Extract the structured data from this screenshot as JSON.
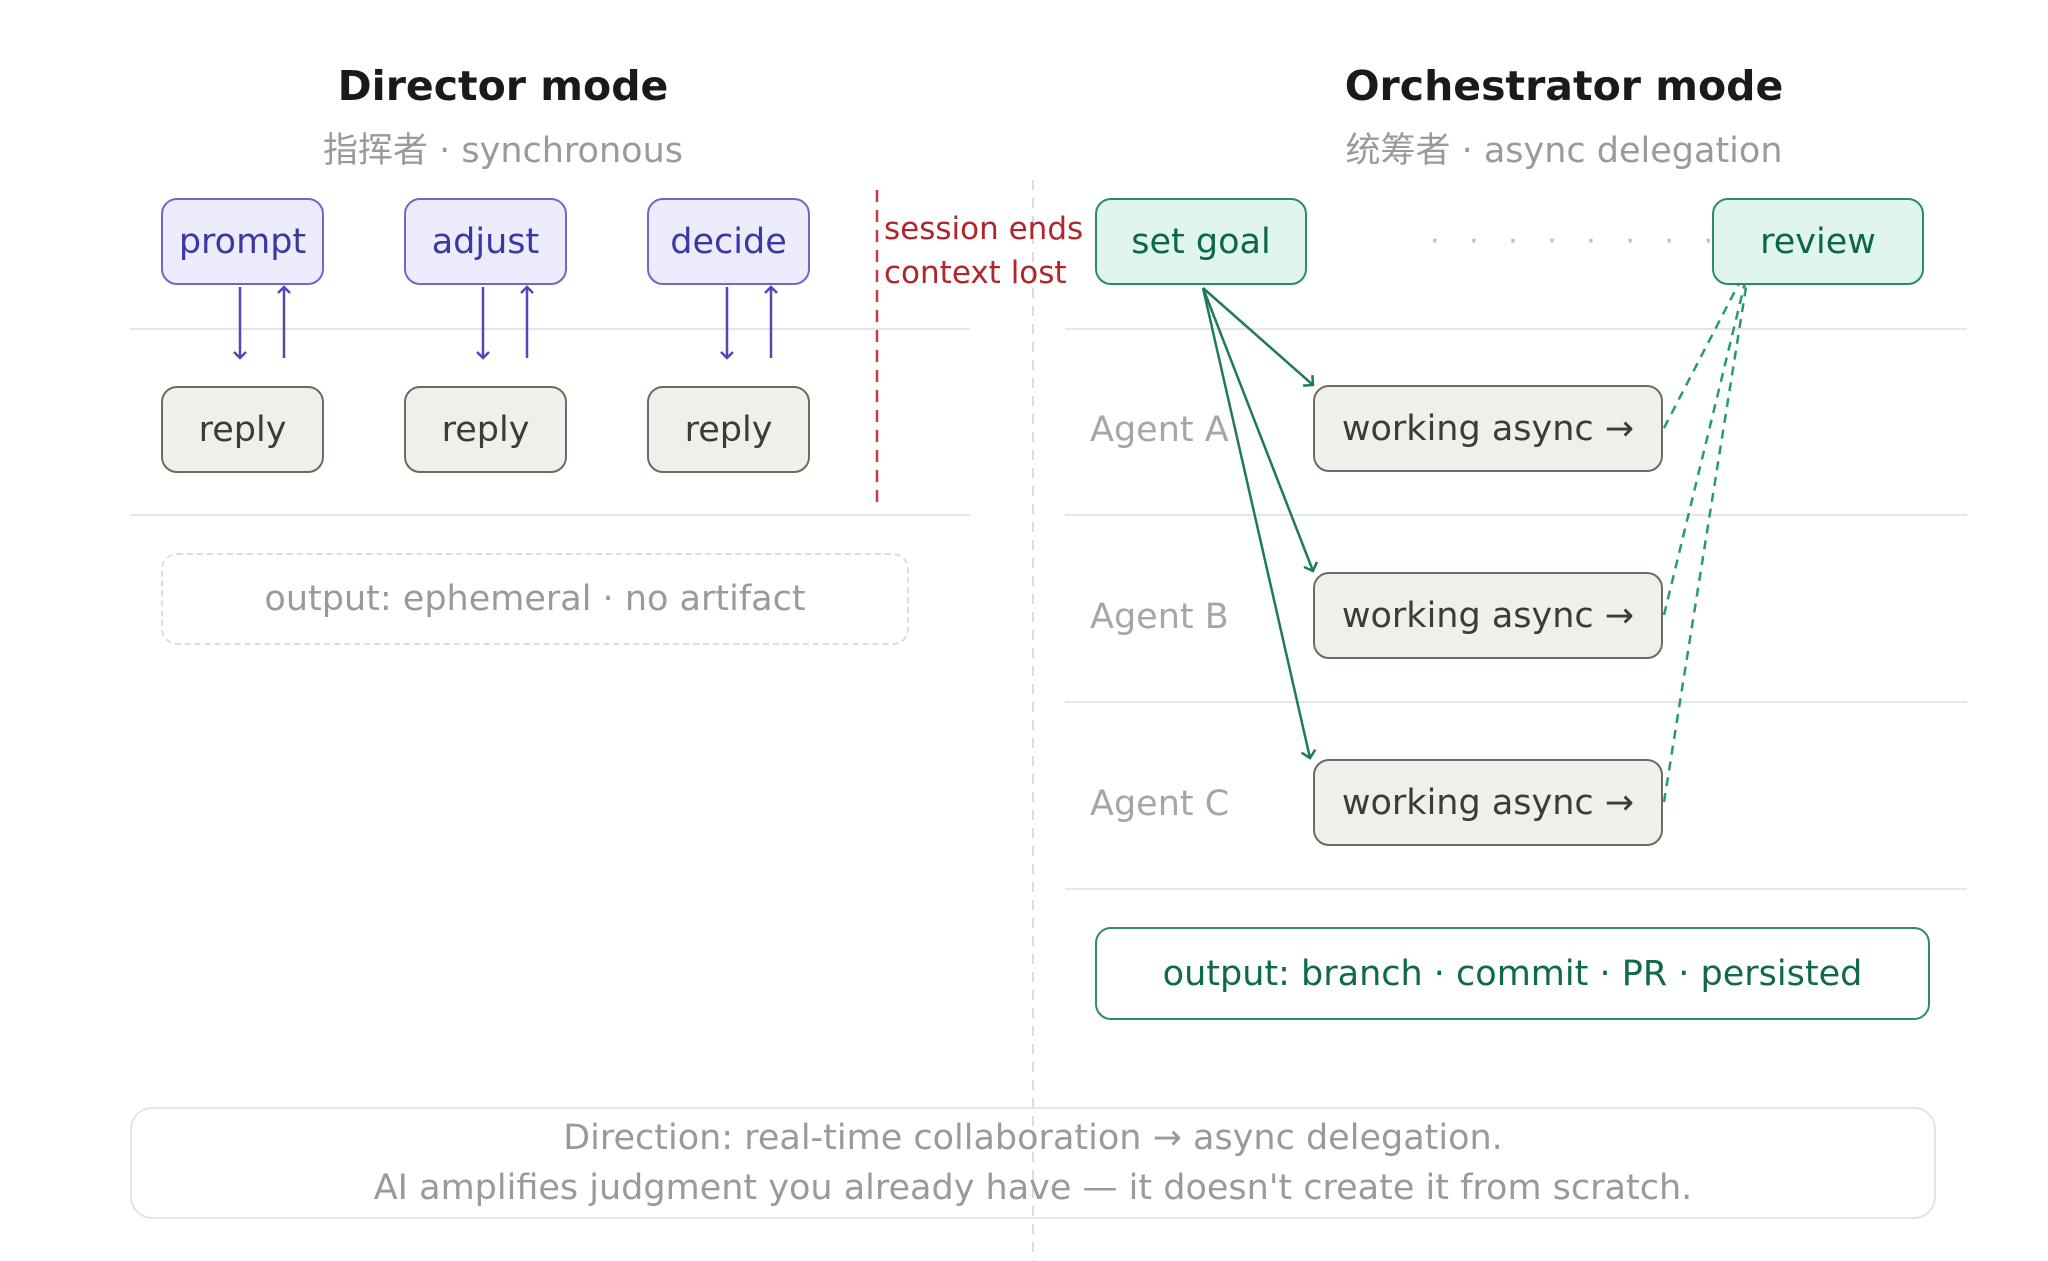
{
  "director": {
    "title": "Director mode",
    "subtitle": "指挥者 · synchronous",
    "steps": [
      "prompt",
      "adjust",
      "decide"
    ],
    "replies": [
      "reply",
      "reply",
      "reply"
    ],
    "session_note": [
      "session ends",
      "context lost"
    ],
    "output": "output: ephemeral · no artifact"
  },
  "orchestrator": {
    "title": "Orchestrator mode",
    "subtitle": "统筹者 · async delegation",
    "set_goal": "set goal",
    "dots": "· · · · · · · ·",
    "review": "review",
    "agents": [
      {
        "label": "Agent A",
        "status": "working async →"
      },
      {
        "label": "Agent B",
        "status": "working async →"
      },
      {
        "label": "Agent C",
        "status": "working async →"
      }
    ],
    "output": "output: branch · commit · PR · persisted"
  },
  "footer": {
    "line1": "Direction: real-time collaboration → async delegation.",
    "line2": "AI amplifies judgment you already have — it doesn't create it from scratch."
  },
  "colors": {
    "purple": "#5148b8",
    "green": "#1f7a58",
    "red": "#c9383a"
  }
}
